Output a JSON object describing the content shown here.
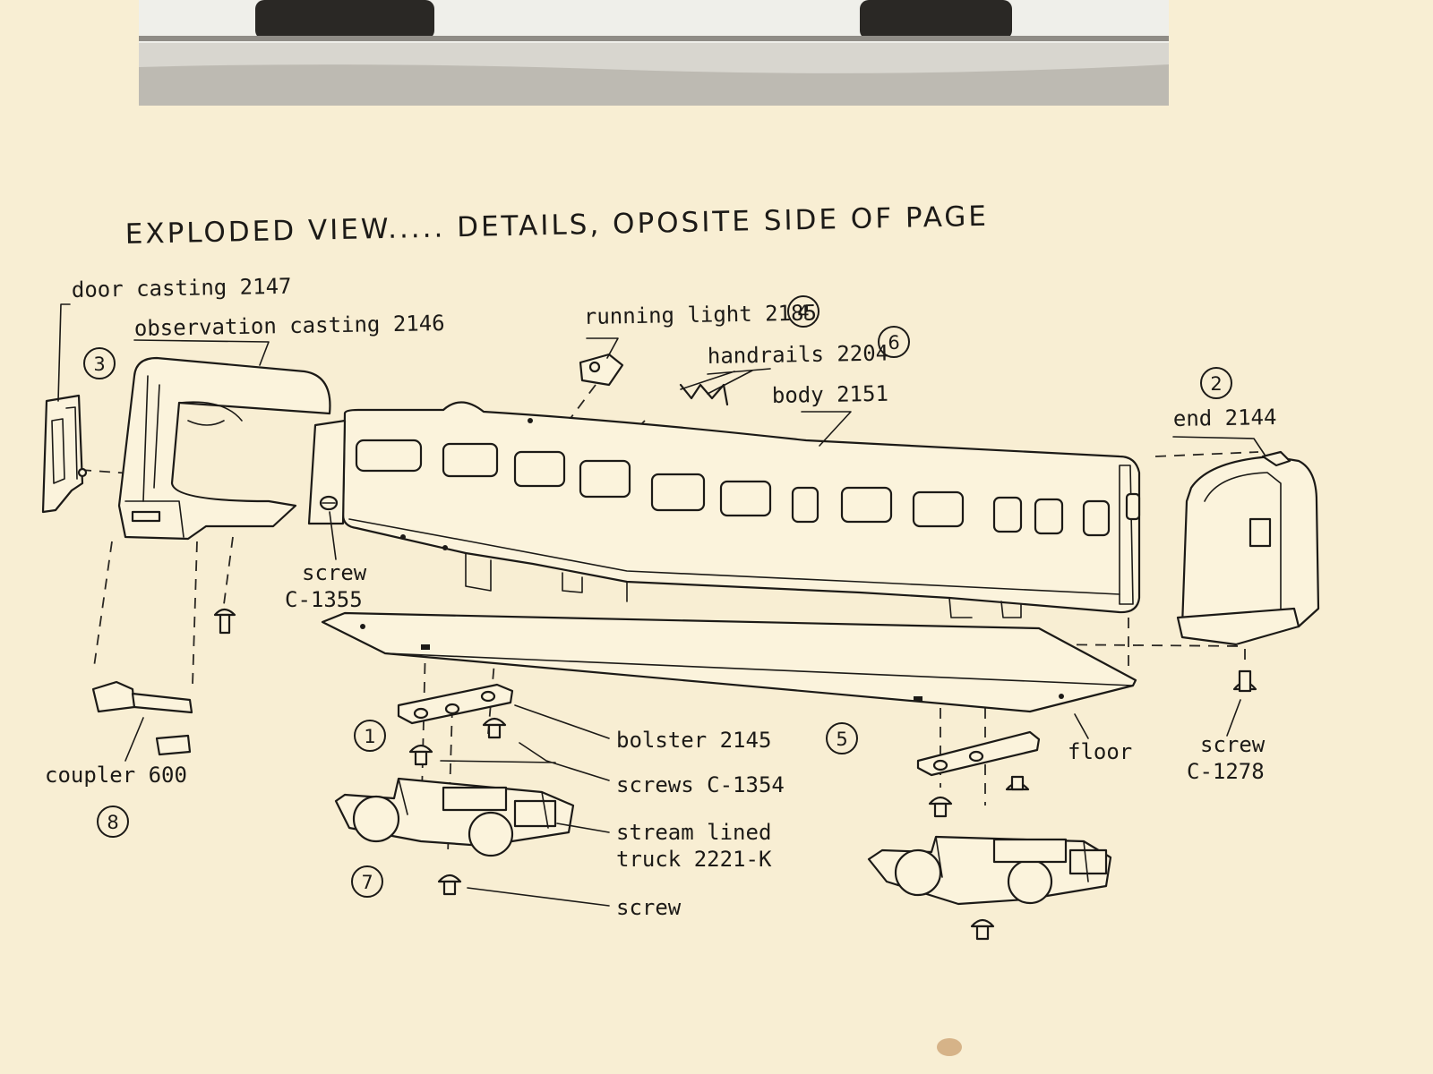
{
  "title": "EXPLODED VIEW..... DETAILS, OPOSITE SIDE OF PAGE",
  "labels": {
    "door_casting": "door casting 2147",
    "observation_casting": "observation casting 2146",
    "running_light": "running light 2185",
    "handrails": "handrails 2204",
    "body": "body 2151",
    "end": "end 2144",
    "screw_c1355_a": "screw",
    "screw_c1355_b": "C-1355",
    "bolster": "bolster 2145",
    "screws_c1354": "screws C-1354",
    "truck_a": "stream lined",
    "truck_b": "truck 2221-K",
    "screw_bottom": "screw",
    "floor": "floor",
    "coupler": "coupler 600",
    "screw_c1278_a": "screw",
    "screw_c1278_b": "C-1278"
  },
  "callouts": [
    "1",
    "2",
    "3",
    "4",
    "5",
    "6",
    "7",
    "8"
  ],
  "colors": {
    "paper": "#f8eed3",
    "ink": "#1c1a17"
  }
}
